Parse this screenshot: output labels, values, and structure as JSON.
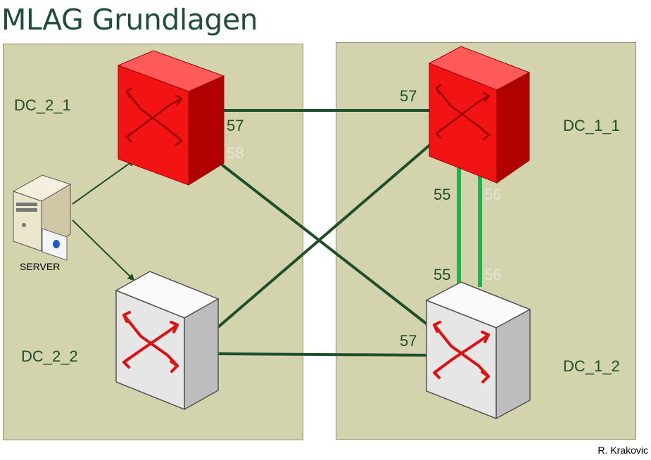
{
  "title": "MLAG Grundlagen",
  "author": "R. Krakovic",
  "colors": {
    "background_panel": "#d3d4ae",
    "link_dark_green": "#1f4e2a",
    "link_bright_green": "#22b14c",
    "switch_red": "#ff1a1a",
    "switch_white": "#eeeeee",
    "title_color": "#1f4e3d"
  },
  "nodes": {
    "dc_2_1": {
      "label": "DC_2_1",
      "icon": "red-switch-icon"
    },
    "dc_2_2": {
      "label": "DC_2_2",
      "icon": "white-switch-icon"
    },
    "dc_1_1": {
      "label": "DC_1_1",
      "icon": "red-switch-icon"
    },
    "dc_1_2": {
      "label": "DC_1_2",
      "icon": "white-switch-icon"
    },
    "server": {
      "label": "SERVER",
      "icon": "server-icon"
    }
  },
  "ports": {
    "dc21_p57": "57",
    "dc21_p58": "58",
    "dc11_p57": "57",
    "dc11_p55": "55",
    "dc11_p56": "56",
    "dc12_p55": "55",
    "dc12_p56": "56",
    "dc12_p57": "57"
  }
}
